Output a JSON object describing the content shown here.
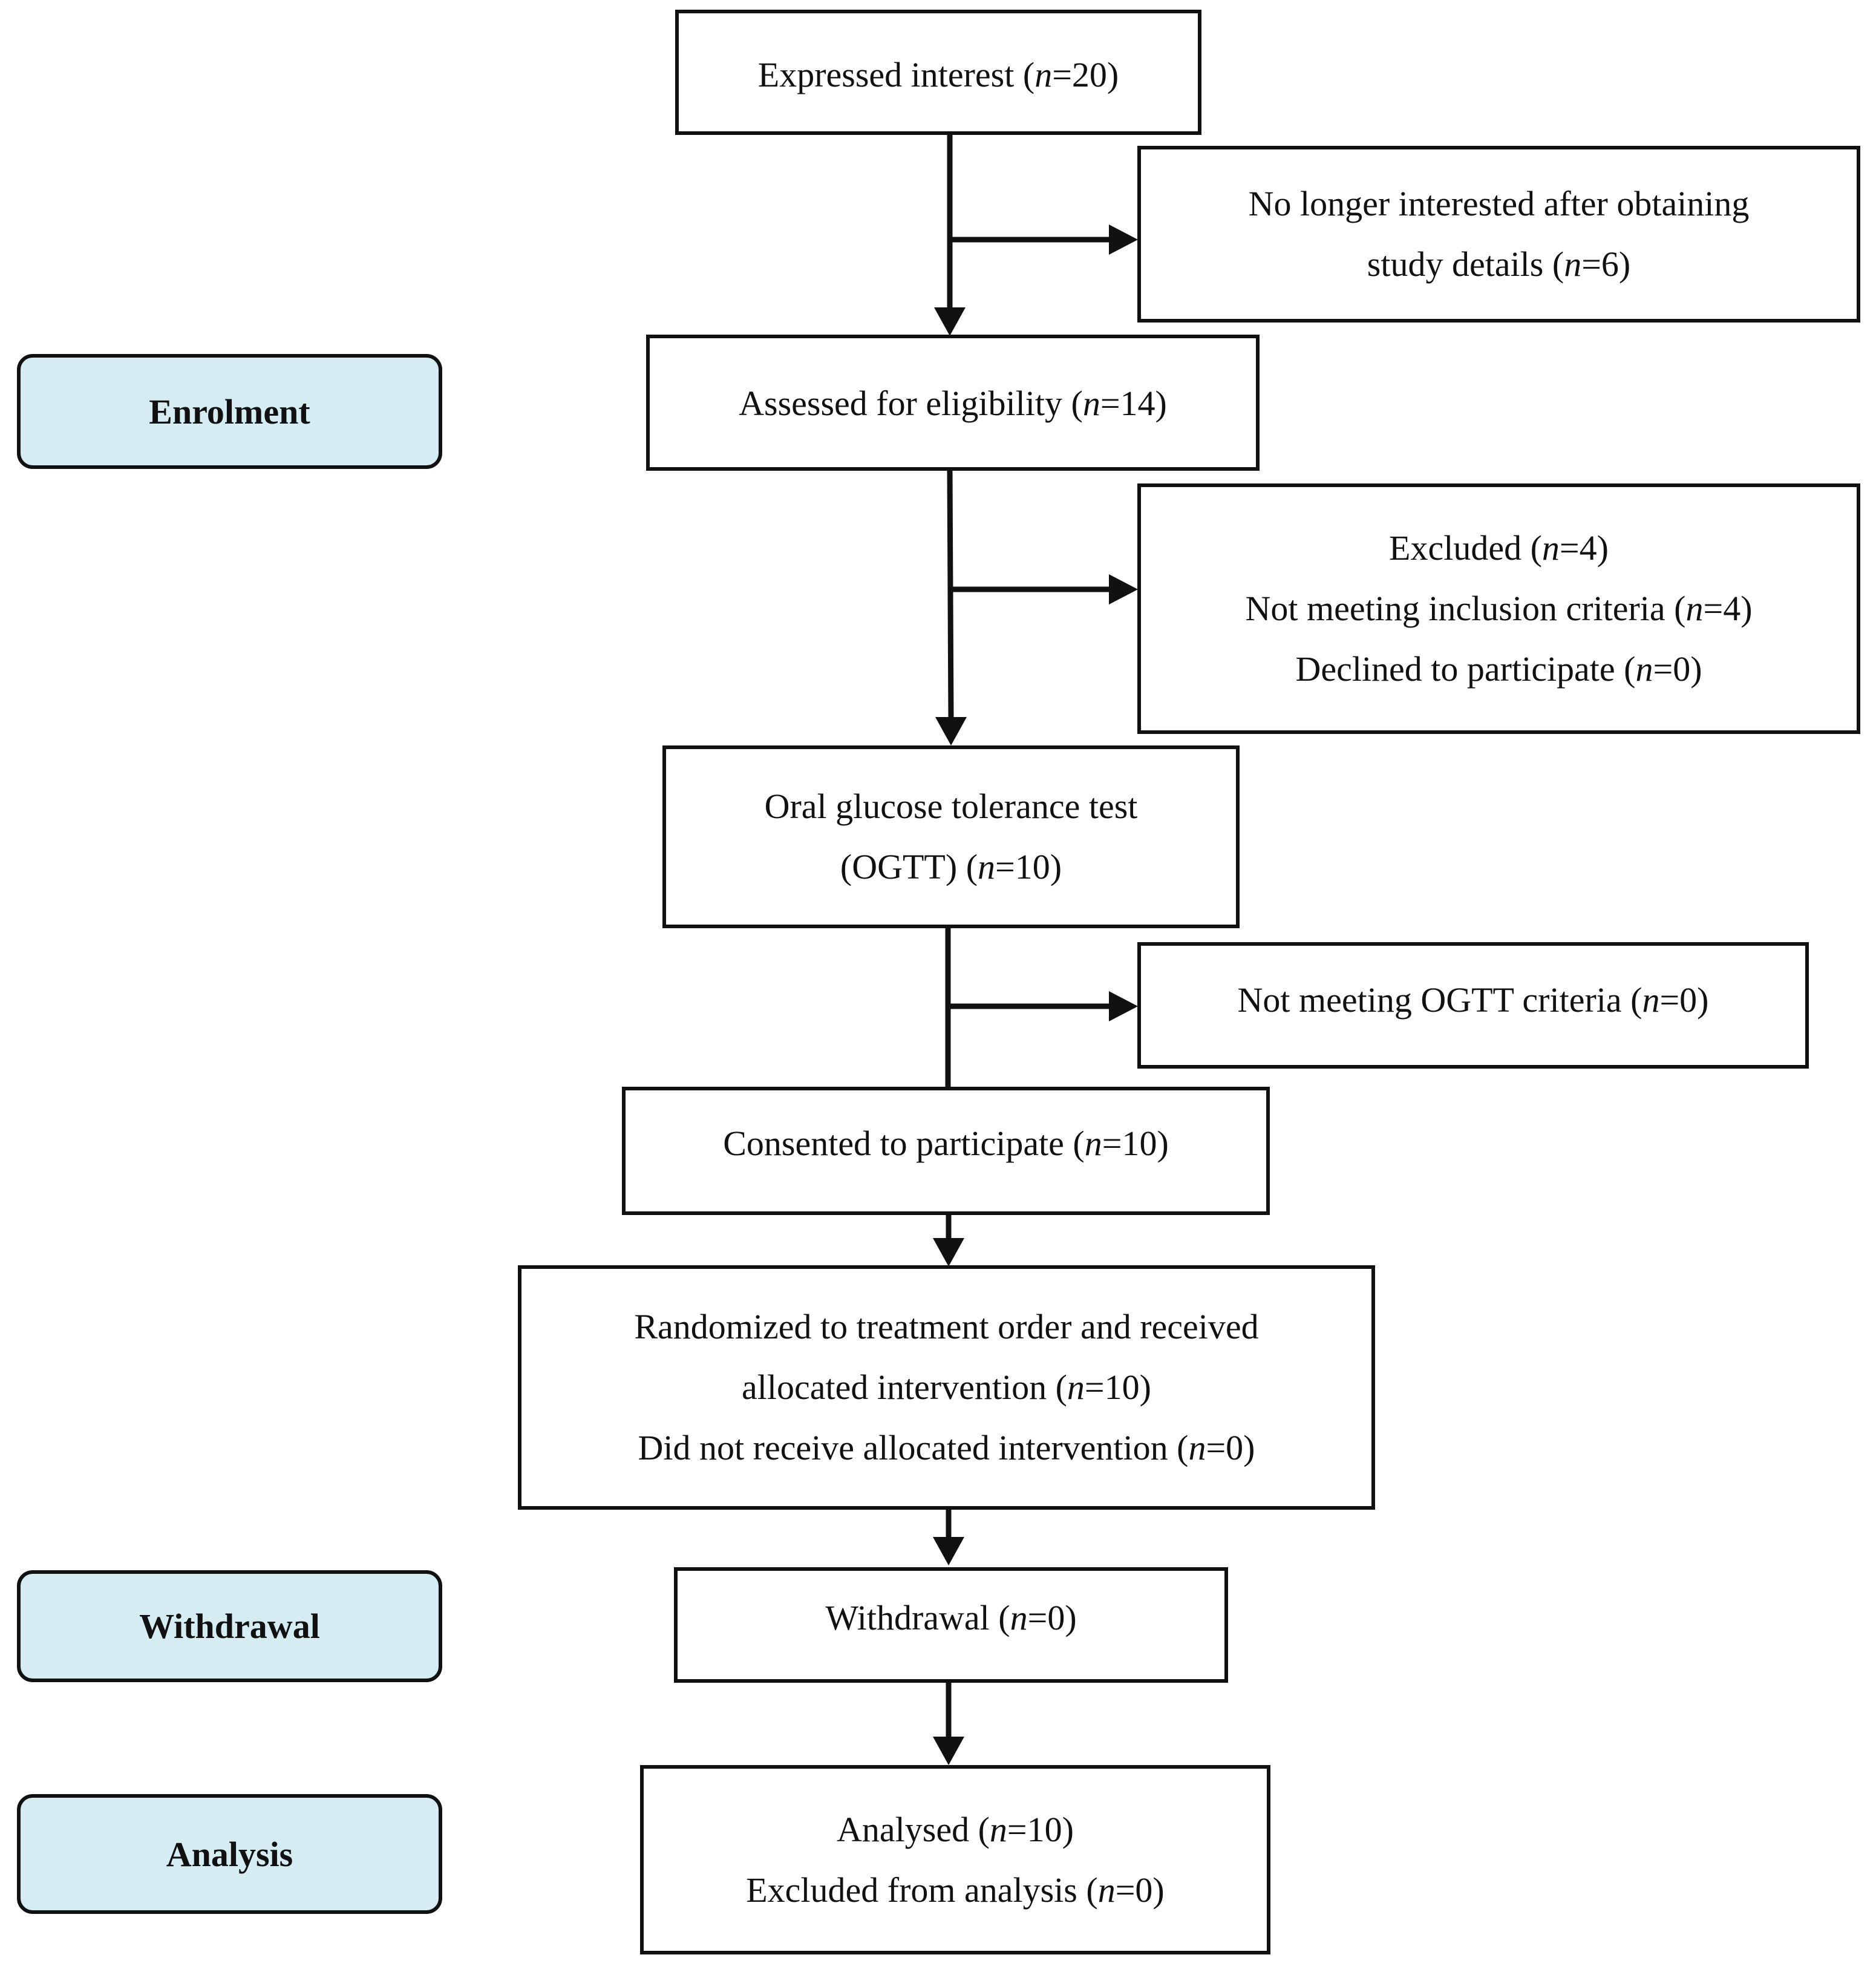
{
  "colors": {
    "stage_fill": "#d5ecf2",
    "border": "#111111",
    "text": "#111111"
  },
  "stages": {
    "enrolment": "Enrolment",
    "withdrawal": "Withdrawal",
    "analysis": "Analysis"
  },
  "boxes": {
    "expressed_interest": [
      "Expressed interest (n=20)"
    ],
    "no_longer_interested": [
      "No longer interested after obtaining",
      "study details (n=6)"
    ],
    "assessed": [
      "Assessed for eligibility (n=14)"
    ],
    "excluded": [
      "Excluded (n=4)",
      "Not meeting inclusion criteria (n=4)",
      "Declined to participate (n=0)"
    ],
    "ogtt": [
      "Oral glucose tolerance test",
      "(OGTT) (n=10)"
    ],
    "not_meeting_ogtt": [
      "Not meeting OGTT criteria (n=0)"
    ],
    "consented": [
      "Consented to participate (n=10)"
    ],
    "randomized": [
      "Randomized to treatment order and received",
      "allocated intervention (n=10)",
      "Did not receive allocated intervention (n=0)"
    ],
    "withdrawal": [
      "Withdrawal (n=0)"
    ],
    "analysed": [
      "Analysed (n=10)",
      "Excluded from analysis (n=0)"
    ]
  }
}
